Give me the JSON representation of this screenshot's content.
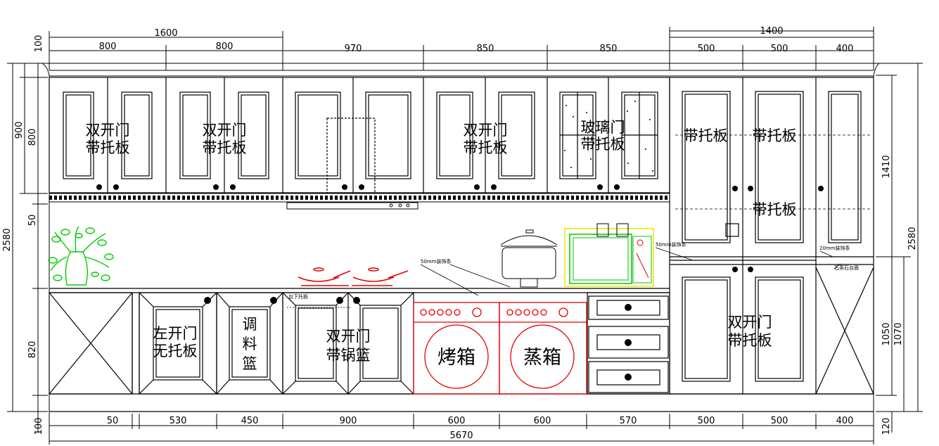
{
  "top_dims": {
    "total_left": "1600",
    "total_right": "1400",
    "d800a": "800",
    "d800b": "800",
    "d970": "970",
    "d850a": "850",
    "d850b": "850",
    "d500a": "500",
    "d500b": "500",
    "d400": "400"
  },
  "bottom_dims": {
    "d50": "50",
    "d530": "530",
    "d450": "450",
    "d900": "900",
    "d600a": "600",
    "d600b": "600",
    "d570": "570",
    "d500a": "500",
    "d500b": "500",
    "d400": "400",
    "total": "5670"
  },
  "left_dims": {
    "d100_top": "100",
    "d900": "900",
    "d800": "800",
    "d50": "50",
    "d2580": "2580",
    "d820": "820",
    "d100_bottom": "100"
  },
  "right_dims": {
    "d1410": "1410",
    "d2580": "2580",
    "d1050": "1050",
    "d1070": "1070",
    "d120": "120"
  },
  "labels": {
    "upper1_a": "双开门",
    "upper1_b": "带托板",
    "upper2_a": "双开门",
    "upper2_b": "带托板",
    "upper4_a": "双开门",
    "upper4_b": "带托板",
    "glass_a": "玻璃门",
    "glass_b": "带托板",
    "tall_shelf1": "带托板",
    "tall_shelf2": "带托板",
    "tall_shelf3": "带托板",
    "lower_left_a": "左开门",
    "lower_left_b": "无托板",
    "spice_1": "调",
    "spice_2": "料",
    "spice_3": "篮",
    "sink_a": "双开门",
    "sink_b": "带锅篮",
    "oven": "烤箱",
    "steamer": "蒸箱",
    "tall_lower_a": "双开门",
    "tall_lower_b": "带托板"
  },
  "notes": {
    "trim_50_a": "50mm装饰条",
    "trim_50_b": "50mm装饰条",
    "trim_20": "20mm装饰条",
    "countertop_edge": "石英石台面",
    "under_sink": "台下托板"
  },
  "colors": {
    "line": "#000000",
    "appliance": "#e60000",
    "plant": "#00cc00",
    "microwave": "#00c800",
    "microwave_frame": "#e8e800"
  }
}
